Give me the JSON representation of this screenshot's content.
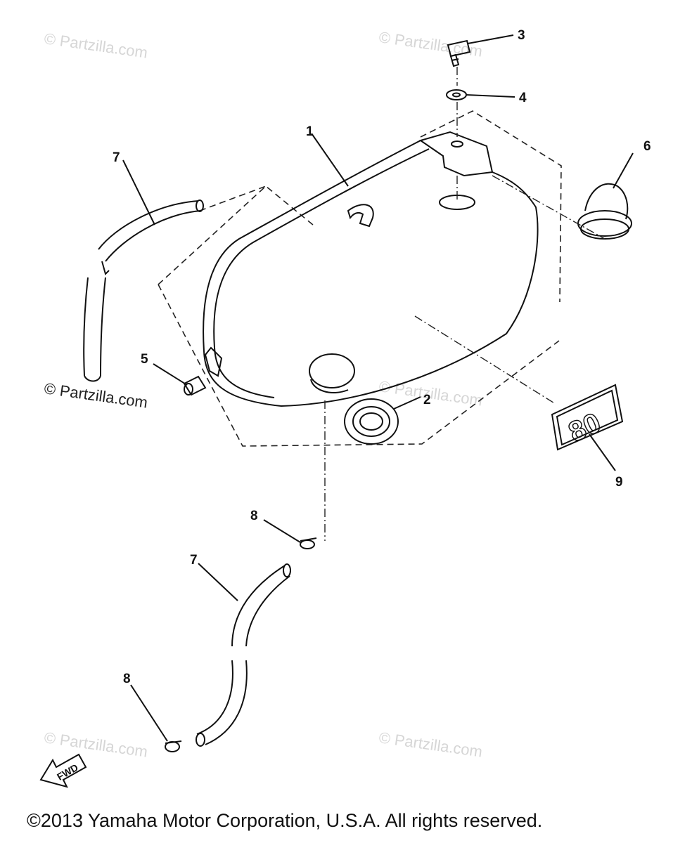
{
  "callouts": [
    {
      "id": "c1",
      "label": "1"
    },
    {
      "id": "c2",
      "label": "2"
    },
    {
      "id": "c3",
      "label": "3"
    },
    {
      "id": "c4",
      "label": "4"
    },
    {
      "id": "c5",
      "label": "5"
    },
    {
      "id": "c6",
      "label": "6"
    },
    {
      "id": "c7a",
      "label": "7"
    },
    {
      "id": "c7b",
      "label": "7"
    },
    {
      "id": "c8a",
      "label": "8"
    },
    {
      "id": "c8b",
      "label": "8"
    },
    {
      "id": "c9",
      "label": "9"
    }
  ],
  "watermarks": {
    "faint": "© Partzilla.com",
    "visible": "© Partzilla.com"
  },
  "emblem_text": "80",
  "fwd_label": "FWD",
  "copyright": "©2013 Yamaha Motor Corporation, U.S.A. All rights reserved.",
  "colors": {
    "line": "#111111",
    "watermark": "#d6d6d6",
    "background": "#ffffff"
  }
}
